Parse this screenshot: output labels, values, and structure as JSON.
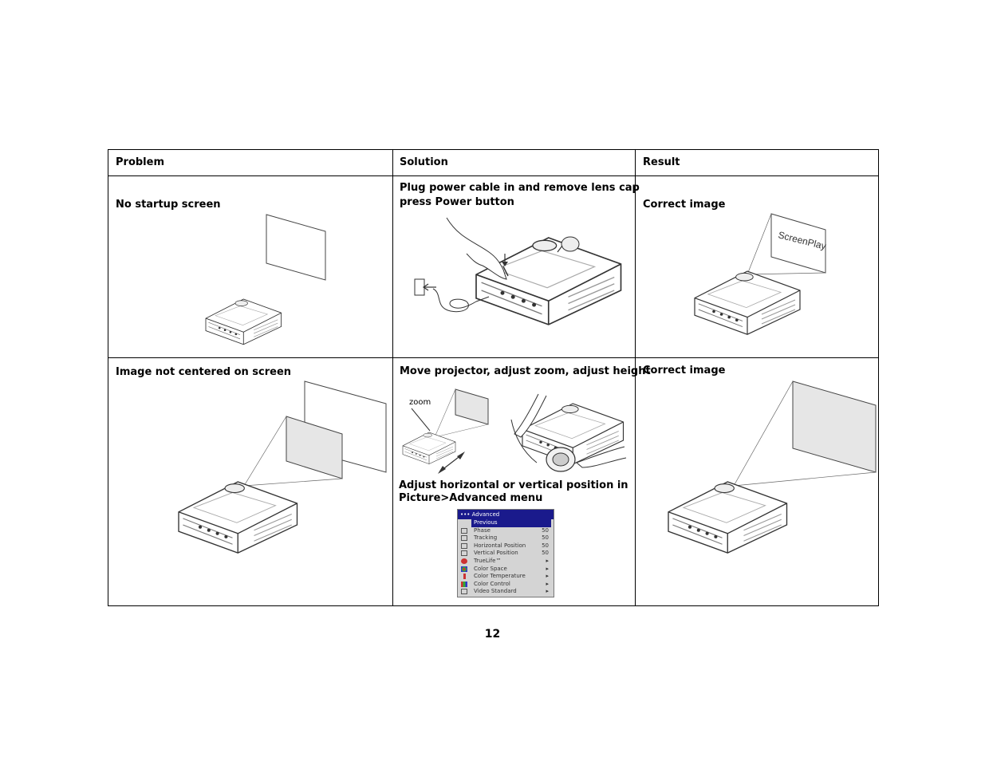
{
  "table": {
    "headers": [
      "Problem",
      "Solution",
      "Result"
    ],
    "rows": [
      {
        "problem": "No startup screen",
        "solution": [
          "Plug power cable in and remove lens cap",
          "press Power button"
        ],
        "result": "Correct image",
        "screen_text": "ScreenPlay"
      },
      {
        "problem": "Image not centered on screen",
        "solution": "Move projector, adjust zoom, adjust height",
        "zoom_label": "zoom",
        "solution_2": [
          "Adjust horizontal or vertical position in",
          "Picture>Advanced menu"
        ],
        "result": "Correct image"
      }
    ]
  },
  "menu": {
    "title": "Advanced",
    "items": [
      {
        "label": "Previous",
        "value": ""
      },
      {
        "label": "Phase",
        "value": "50"
      },
      {
        "label": "Tracking",
        "value": "50"
      },
      {
        "label": "Horizontal Position",
        "value": "50"
      },
      {
        "label": "Vertical Position",
        "value": "50"
      },
      {
        "label": "TrueLife™",
        "value": "▸"
      },
      {
        "label": "Color Space",
        "value": "▸"
      },
      {
        "label": "Color Temperature",
        "value": "▸"
      },
      {
        "label": "Color Control",
        "value": "▸"
      },
      {
        "label": "Video Standard",
        "value": "▸"
      }
    ]
  },
  "page_number": "12"
}
